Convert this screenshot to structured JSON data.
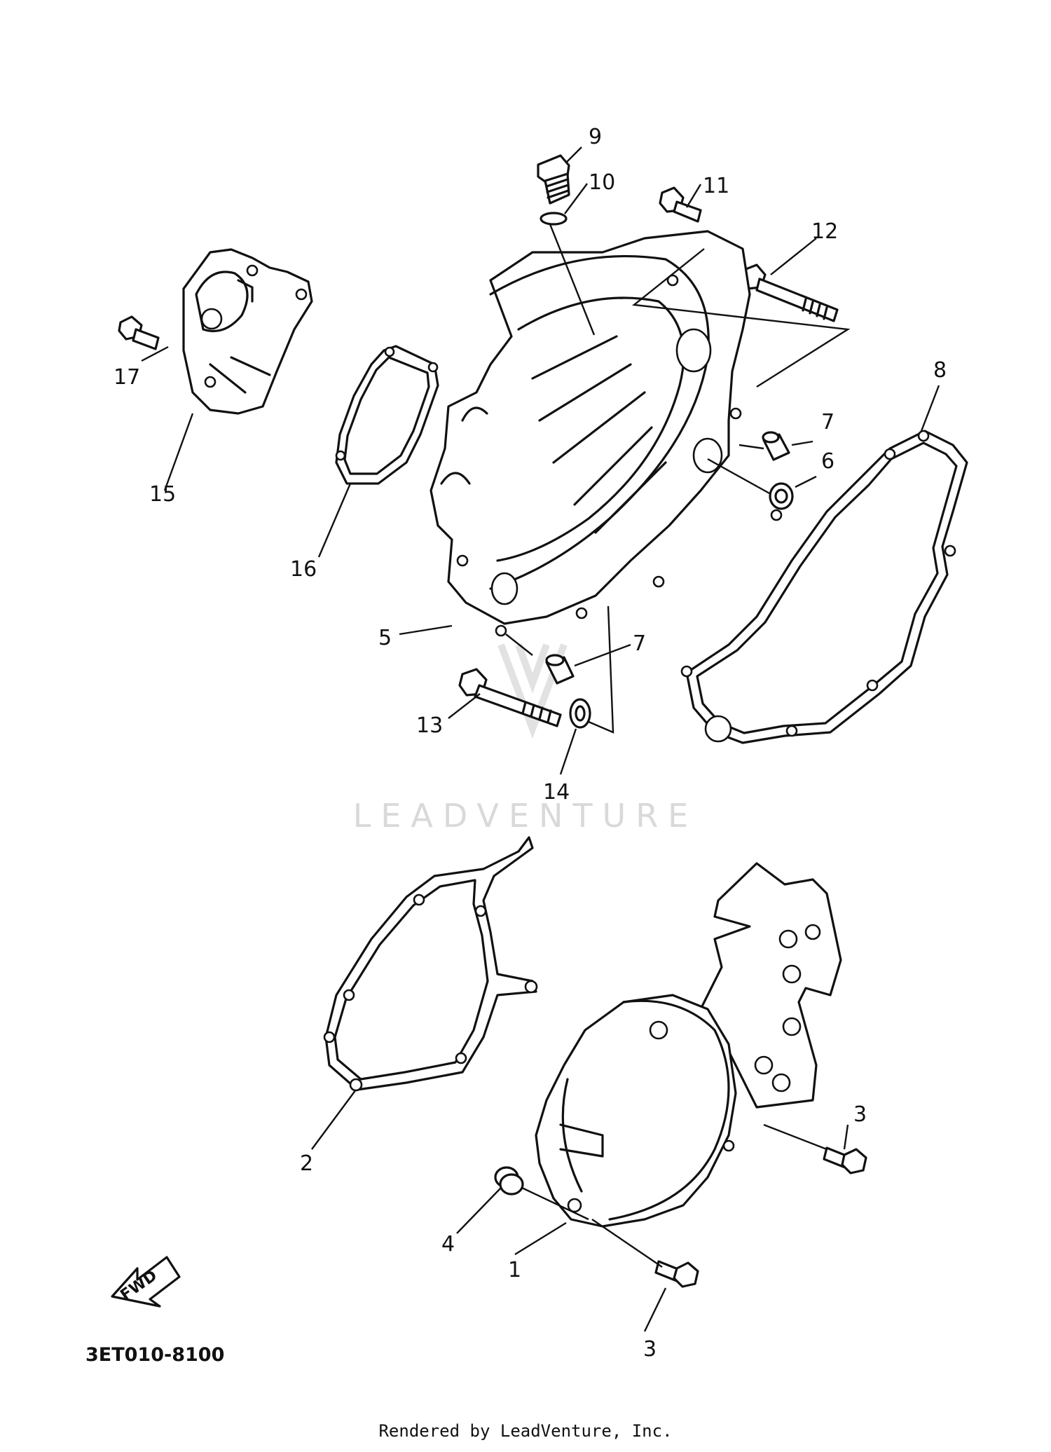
{
  "watermark": {
    "text": "LEADVENTURE"
  },
  "diagram_code": "3ET010-8100",
  "footer": {
    "text": "Rendered by LeadVenture, Inc."
  },
  "fwd_arrow": {
    "label": "FWD"
  },
  "callouts": [
    {
      "id": "c9",
      "label": "9"
    },
    {
      "id": "c10",
      "label": "10"
    },
    {
      "id": "c11",
      "label": "11"
    },
    {
      "id": "c12",
      "label": "12"
    },
    {
      "id": "c17",
      "label": "17"
    },
    {
      "id": "c15",
      "label": "15"
    },
    {
      "id": "c16",
      "label": "16"
    },
    {
      "id": "c8",
      "label": "8"
    },
    {
      "id": "c7a",
      "label": "7"
    },
    {
      "id": "c6",
      "label": "6"
    },
    {
      "id": "c5",
      "label": "5"
    },
    {
      "id": "c7b",
      "label": "7"
    },
    {
      "id": "c13",
      "label": "13"
    },
    {
      "id": "c14",
      "label": "14"
    },
    {
      "id": "c2",
      "label": "2"
    },
    {
      "id": "c3a",
      "label": "3"
    },
    {
      "id": "c4",
      "label": "4"
    },
    {
      "id": "c1",
      "label": "1"
    },
    {
      "id": "c3b",
      "label": "3"
    }
  ]
}
